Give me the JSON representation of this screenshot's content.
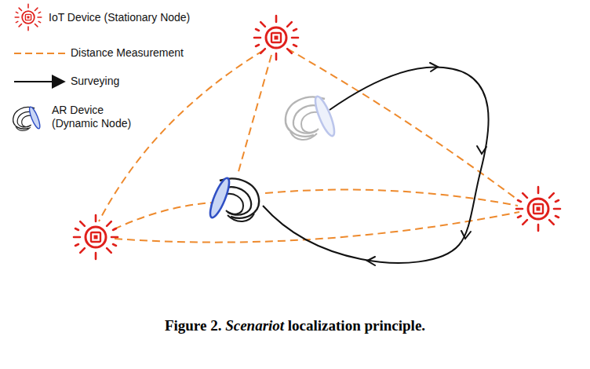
{
  "diagram": {
    "caption": "Figure 2. Scenariot localization principle.",
    "legend": [
      {
        "text": "IoT Device (Stationary Node)"
      },
      {
        "text": "Distance Measurement"
      },
      {
        "text": "Surveying"
      },
      {
        "text": "AR Device (Dynamic Node)"
      }
    ]
  }
}
